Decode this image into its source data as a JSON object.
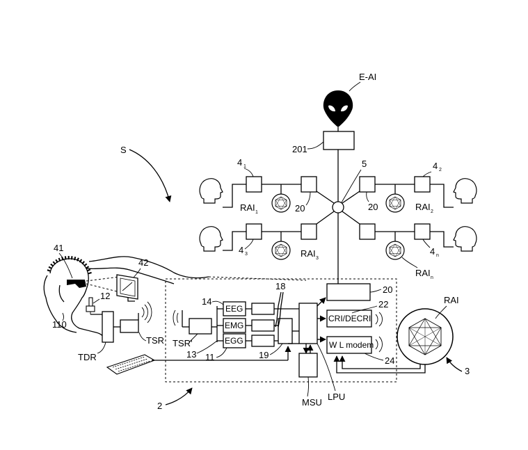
{
  "labels": {
    "e_ai": "E-AI",
    "s": "S",
    "n201": "201",
    "n4_1": "4",
    "n4_1_sub": "1",
    "n4_2": "4",
    "n4_2_sub": "2",
    "n4_3": "4",
    "n4_3_sub": "3",
    "n4_n": "4",
    "n4_n_sub": "n",
    "n5": "5",
    "rai_1": "RAI",
    "rai_1_sub": "1",
    "rai_2": "RAI",
    "rai_2_sub": "2",
    "rai_3": "RAI",
    "rai_3_sub": "3",
    "rai_n": "RAI",
    "rai_n_sub": "n",
    "n20_left": "20",
    "n20_right": "20",
    "n20_box": "20",
    "n41": "41",
    "n42": "42",
    "n12": "12",
    "n110": "110",
    "tdr": "TDR",
    "tsr": "TSR",
    "tsr_prime": "TSR'",
    "n14": "14",
    "n13": "13",
    "n11": "11",
    "eeg": "EEG",
    "emg": "EMG",
    "egg": "EGG",
    "n18": "18",
    "n19": "19",
    "cri_decri": "CRI/DECRI",
    "n22": "22",
    "wl_modem": "W L modem",
    "n24": "24",
    "rai": "RAI",
    "n3": "3",
    "msu": "MSU",
    "lpu": "LPU",
    "n2": "2"
  }
}
